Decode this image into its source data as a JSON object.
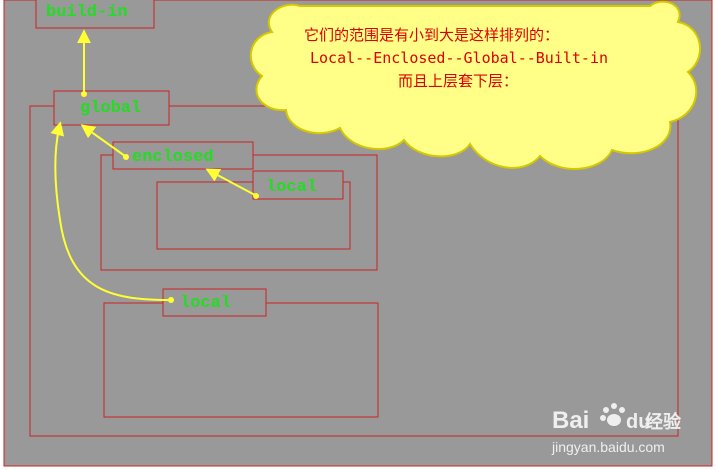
{
  "colors": {
    "background": "#999999",
    "frame": "#cc2222",
    "label_text": "#22dd22",
    "arrow": "#ffff33",
    "cloud_fill": "#ffff88",
    "cloud_border": "#d4c800",
    "cloud_text": "#dd0000",
    "watermark": "#ffffff"
  },
  "labels": {
    "builtin": "build-in",
    "global": "global",
    "enclosed": "enclosed",
    "local_inner": "local",
    "local_outer": "local"
  },
  "cloud": {
    "line1": "它们的范围是有小到大是这样排列的：",
    "line2": "Local--Enclosed--Global--Built-in",
    "line3": "而且上层套下层："
  },
  "watermark": {
    "brand": "Bai",
    "brand_suffix": "du",
    "product": "经验",
    "url": "jingyan.baidu.com"
  }
}
